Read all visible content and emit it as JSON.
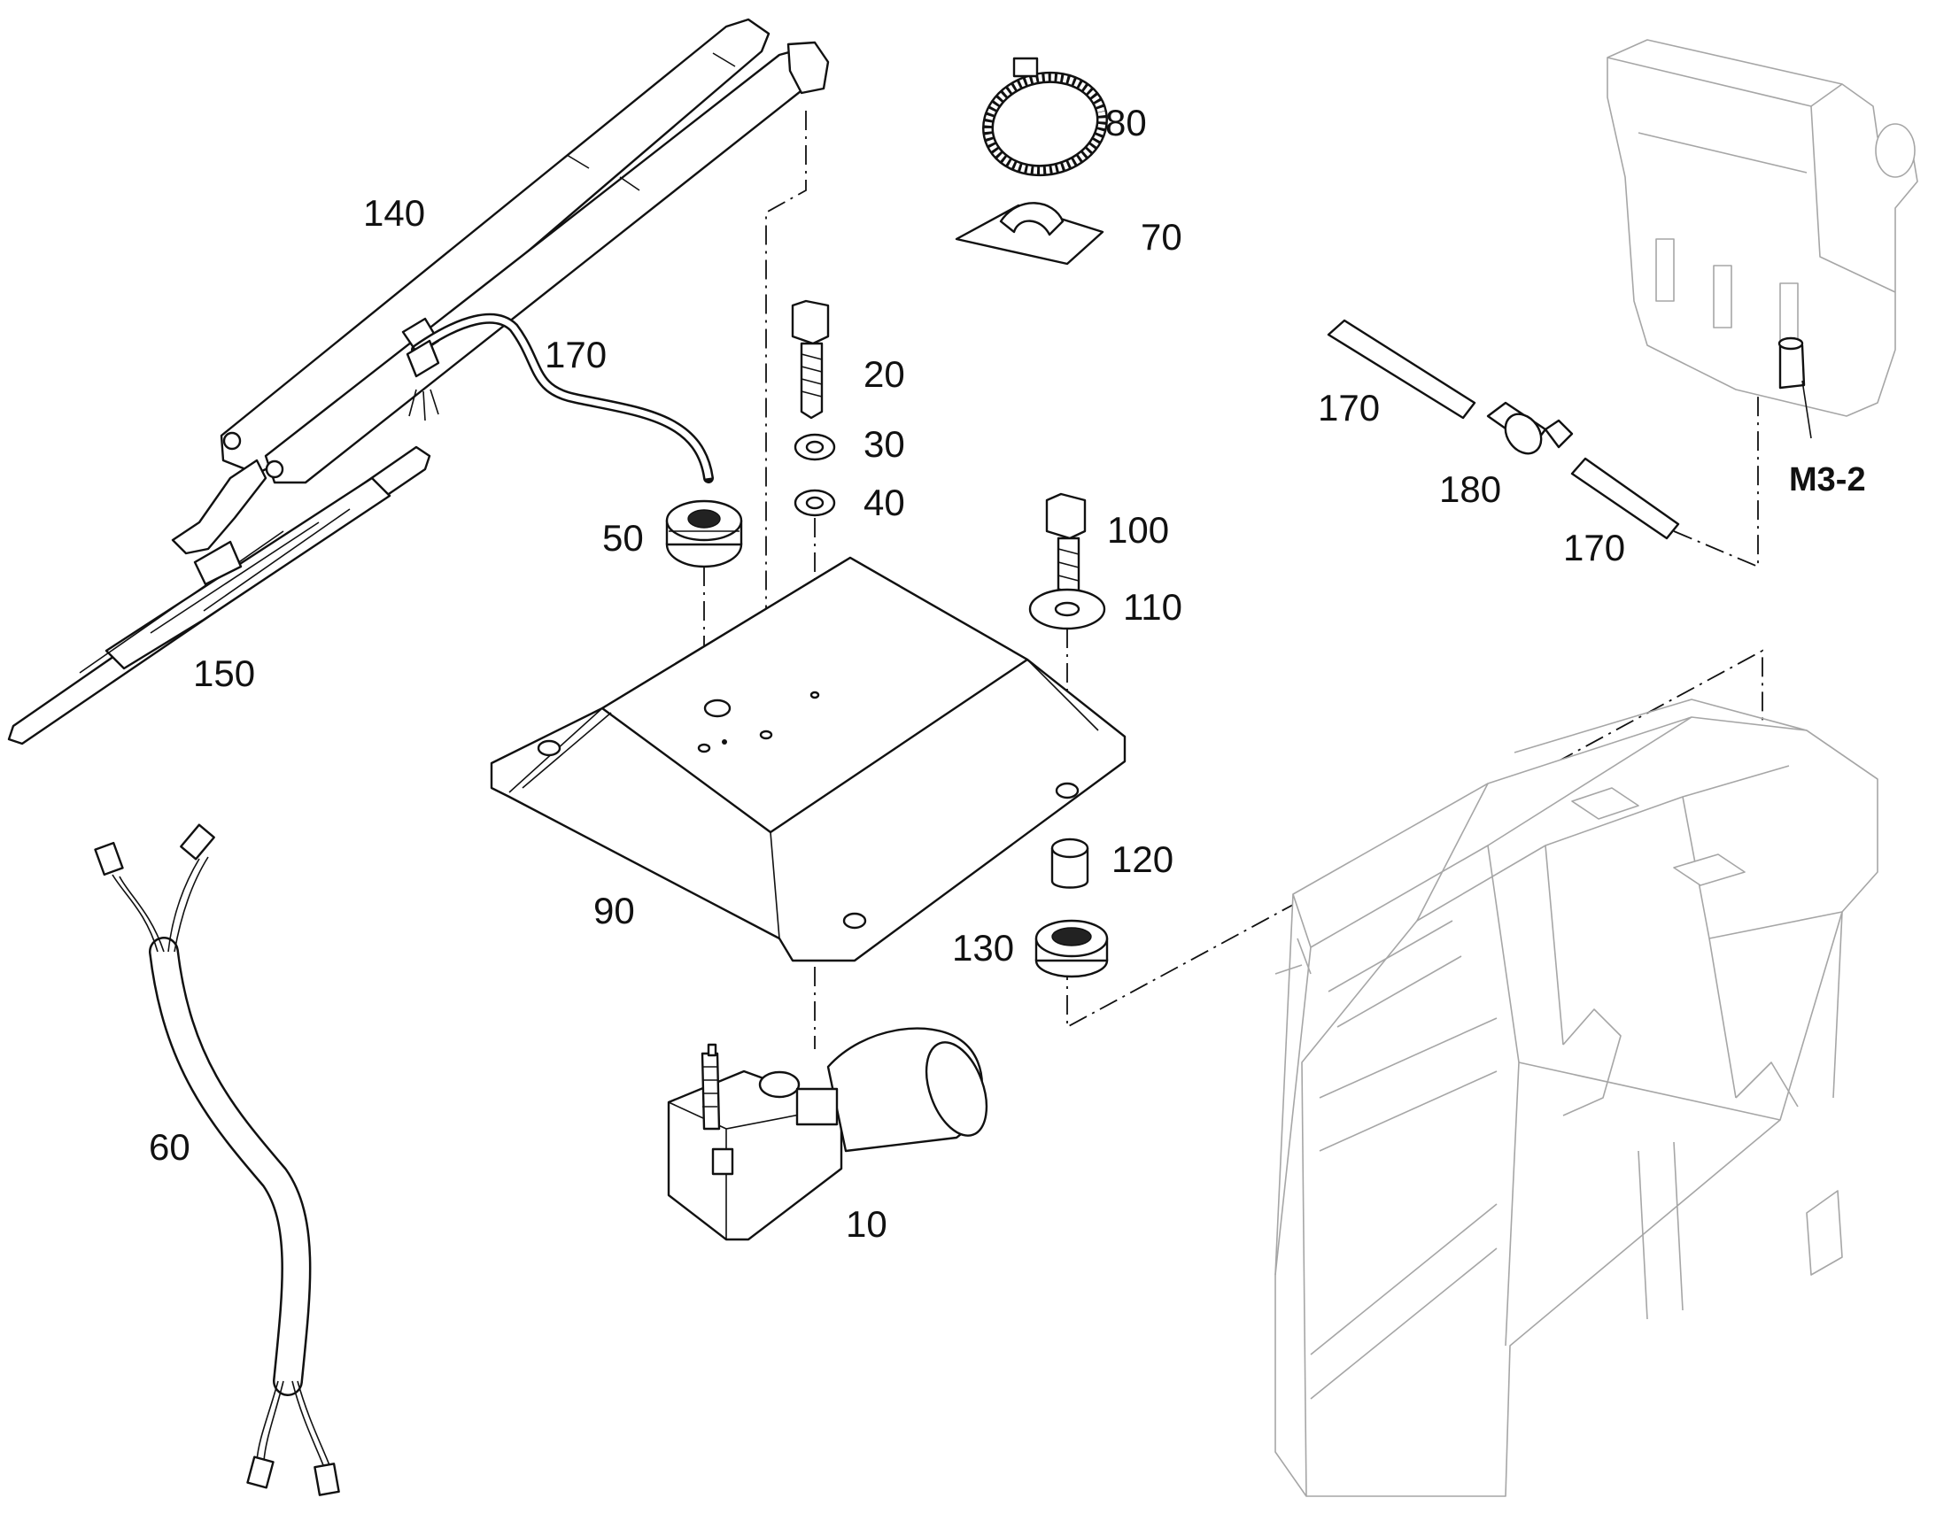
{
  "callouts": {
    "p10": "10",
    "p20": "20",
    "p30": "30",
    "p40": "40",
    "p50": "50",
    "p60": "60",
    "p70": "70",
    "p80": "80",
    "p90": "90",
    "p100": "100",
    "p110": "110",
    "p120": "120",
    "p130": "130",
    "p140": "140",
    "p150": "150",
    "p170_hose": "170",
    "p170_left": "170",
    "p170_right": "170",
    "p180": "180",
    "ref_m32": "M3-2"
  },
  "colors": {
    "line": "#111111",
    "ghost": "#a6a6a6",
    "background": "#ffffff"
  }
}
